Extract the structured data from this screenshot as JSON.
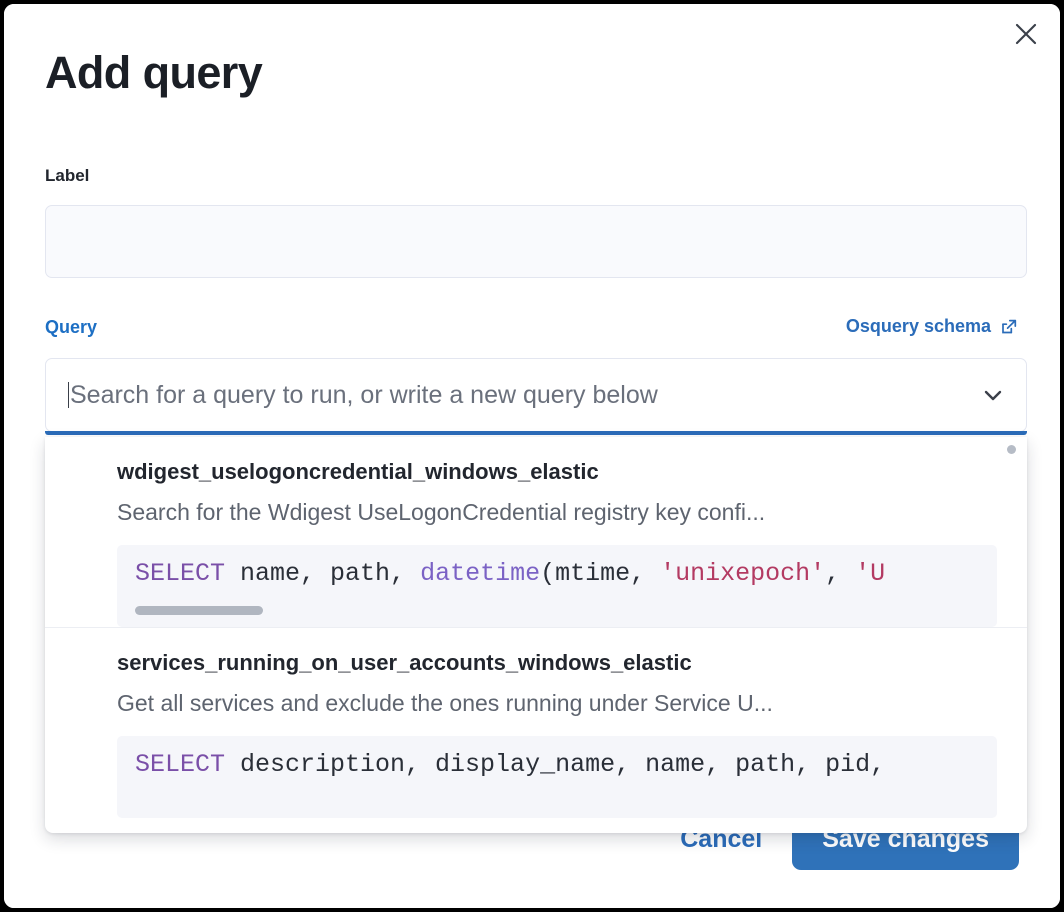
{
  "modal": {
    "title": "Add query",
    "close_icon": "close-icon"
  },
  "label_field": {
    "label": "Label",
    "value": "",
    "placeholder": ""
  },
  "query_field": {
    "label": "Query",
    "schema_link_text": "Osquery schema",
    "schema_link_icon": "external-link-icon",
    "combo_placeholder": "Search for a query to run, or write a new query below",
    "combo_value": "",
    "chevron_icon": "chevron-down-icon"
  },
  "dropdown": {
    "items": [
      {
        "title": "wdigest_uselogoncredential_windows_elastic",
        "description": "Search for the Wdigest UseLogonCredential registry key confi...",
        "code_tokens": [
          {
            "text": "SELECT",
            "type": "keyword"
          },
          {
            "text": " name, path, ",
            "type": "plain"
          },
          {
            "text": "datetime",
            "type": "function"
          },
          {
            "text": "(mtime, ",
            "type": "plain"
          },
          {
            "text": "'unixepoch'",
            "type": "string"
          },
          {
            "text": ", ",
            "type": "plain"
          },
          {
            "text": "'U",
            "type": "string"
          }
        ],
        "has_code_scrollbar": true
      },
      {
        "title": "services_running_on_user_accounts_windows_elastic",
        "description": "Get all services and exclude the ones running under Service U...",
        "code_tokens": [
          {
            "text": "SELECT",
            "type": "keyword"
          },
          {
            "text": " description, display_name, name, path, pid,",
            "type": "plain"
          }
        ],
        "has_code_scrollbar": false
      }
    ]
  },
  "footer": {
    "cancel_label": "Cancel",
    "save_label": "Save changes"
  },
  "colors": {
    "accent_blue": "#2b6cb9",
    "save_button_blue": "#2f72b9",
    "text_dark": "#22262e",
    "text_muted": "#5e646f",
    "code_bg": "#f5f6fa",
    "keyword_purple": "#7a4fa8",
    "string_crimson": "#b33a62"
  }
}
